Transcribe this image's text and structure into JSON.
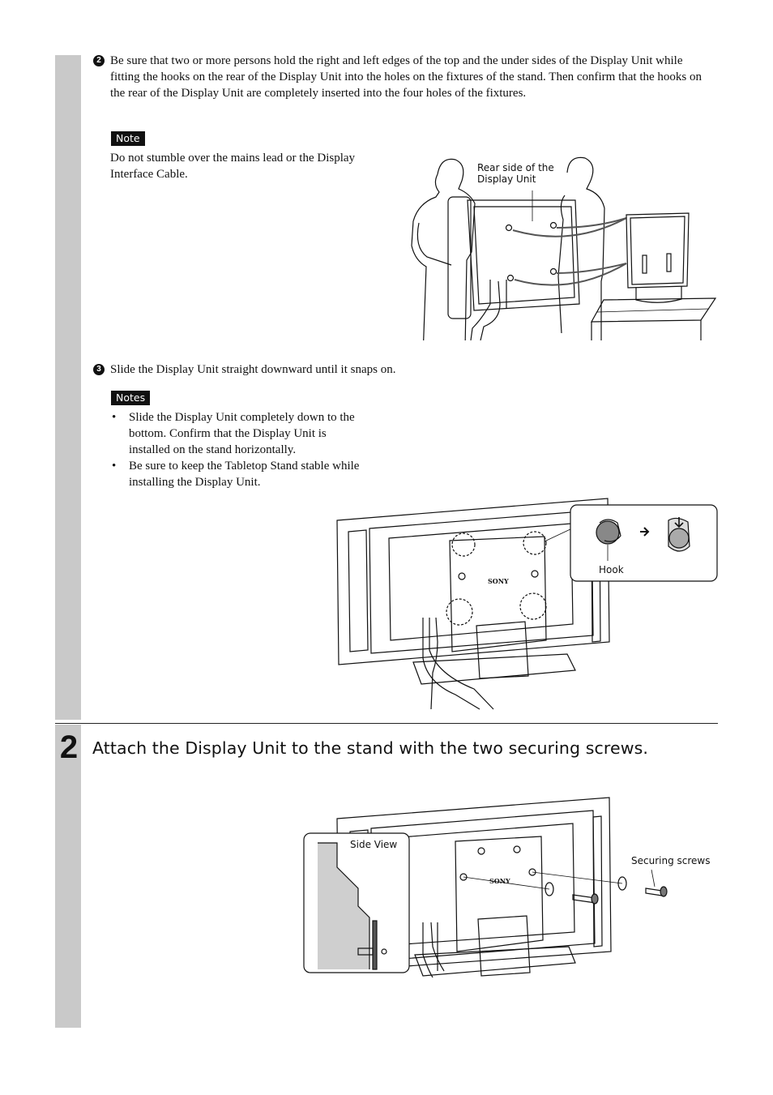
{
  "step1": {
    "item2": {
      "number": "2",
      "text": "Be sure that two or more persons hold the right and left edges of the top and the under sides of the Display Unit while fitting the hooks on the rear of the Display Unit into the holes on the fixtures of the stand. Then confirm that the hooks on the rear of the Display Unit are completely inserted into the four holes of the fixtures."
    },
    "note_label": "Note",
    "note_text": "Do not stumble over the mains lead or the Display Interface Cable.",
    "figure1": {
      "label_line1": "Rear side of the",
      "label_line2": "Display Unit"
    },
    "item3": {
      "number": "3",
      "text": "Slide the Display Unit straight downward until it snaps on."
    },
    "notes_label": "Notes",
    "notes": [
      "Slide the Display Unit completely down to the bottom. Confirm that the Display Unit is installed on the stand horizontally.",
      "Be sure to keep the Tabletop Stand stable while installing the Display Unit."
    ],
    "figure2": {
      "hook_label": "Hook",
      "brand": "SONY"
    }
  },
  "step2": {
    "number": "2",
    "title": "Attach the Display Unit to the stand with the two securing screws.",
    "figure3": {
      "side_view_label": "Side View",
      "screws_label": "Securing screws",
      "brand": "SONY"
    }
  }
}
